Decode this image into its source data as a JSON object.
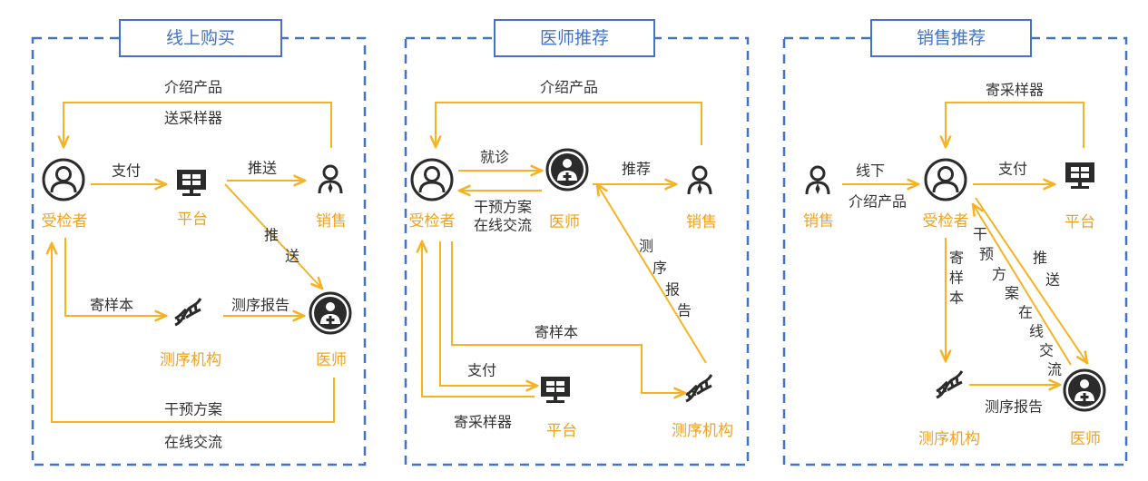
{
  "colors": {
    "panel_border": "#4472c4",
    "title_text": "#4472c4",
    "flow_arrow": "#f5b324",
    "node_label": "#f0a11e",
    "icon": "#2b2b2b"
  },
  "panels": [
    {
      "title": "线上购买",
      "nodes": {
        "examinee": "受检者",
        "platform": "平台",
        "sales": "销售",
        "lab": "测序机构",
        "doctor": "医师"
      },
      "edges": {
        "intro_product": "介绍产品",
        "send_kit": "送采样器",
        "pay": "支付",
        "push_h": "推送",
        "push_d1": "推",
        "push_d2": "送",
        "mail_sample": "寄样本",
        "report": "测序报告",
        "intervention": "干预方案",
        "online": "在线交流"
      }
    },
    {
      "title": "医师推荐",
      "nodes": {
        "examinee": "受检者",
        "doctor": "医师",
        "sales": "销售",
        "platform": "平台",
        "lab": "测序机构"
      },
      "edges": {
        "intro_product": "介绍产品",
        "visit": "就诊",
        "intervention": "干预方案",
        "online": "在线交流",
        "recommend": "推荐",
        "report_v1": "测",
        "report_v2": "序",
        "report_v3": "报",
        "report_v4": "告",
        "mail_sample": "寄样本",
        "pay": "支付",
        "mail_kit": "寄采样器"
      }
    },
    {
      "title": "销售推荐",
      "nodes": {
        "sales": "销售",
        "examinee": "受检者",
        "platform": "平台",
        "lab": "测序机构",
        "doctor": "医师"
      },
      "edges": {
        "mail_kit": "寄采样器",
        "offline": "线下",
        "intro_product": "介绍产品",
        "pay": "支付",
        "mail_v1": "寄",
        "mail_v2": "样",
        "mail_v3": "本",
        "push_v1": "推",
        "push_v2": "送",
        "iv1": "干",
        "iv2": "预",
        "iv3": "方",
        "iv4": "案",
        "iv5": "在",
        "iv6": "线",
        "iv7": "交",
        "iv8": "流",
        "report": "测序报告"
      }
    }
  ]
}
